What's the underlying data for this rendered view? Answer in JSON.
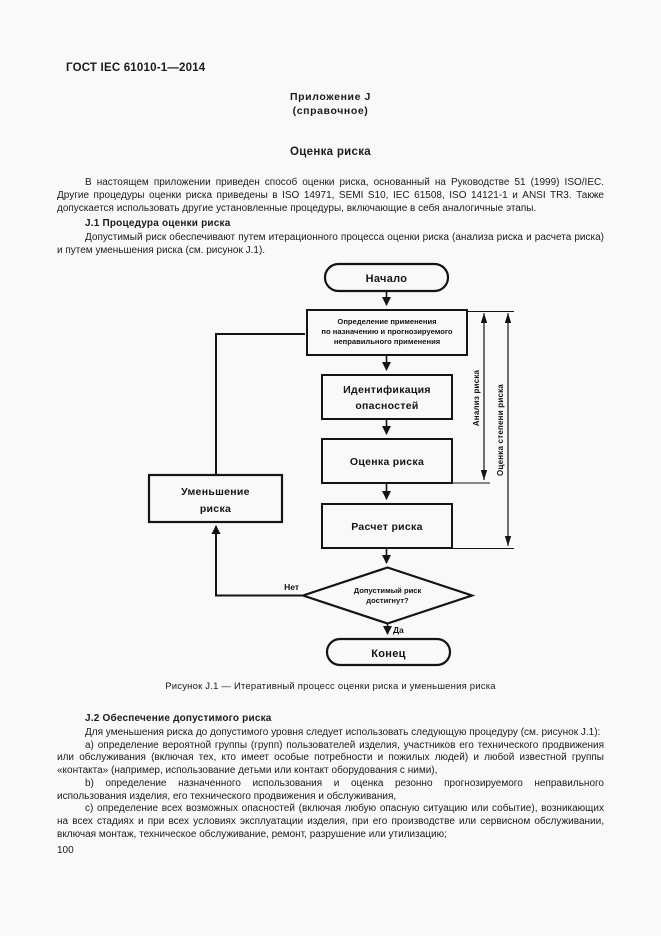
{
  "doc": {
    "header": "ГОСТ IEC 61010-1—2014",
    "appendix_label": "Приложение J",
    "appendix_type": "(справочное)",
    "title": "Оценка риска",
    "intro": "В настоящем приложении приведен способ оценки риска, основанный на Руководстве 51 (1999) ISO/IEC. Другие процедуры оценки риска приведены в ISO 14971, SEMI S10, IEC 61508, ISO 14121-1 и ANSI TR3. Также допускается использовать другие установленные процедуры, включающие в себя аналогичные этапы.",
    "section_j1": {
      "heading": "J.1  Процедура оценки риска",
      "body": "Допустимый риск обеспечивают путем итерационного процесса оценки риска (анализа риска и расчета риска) и путем уменьшения риска (см. рисунок J.1)."
    },
    "figure": {
      "caption": "Рисунок  J.1 — Итеративный процесс оценки риска и уменьшения риска",
      "nodes": {
        "start": "Начало",
        "define_lines": [
          "Определение применения",
          "по назначению и прогнозируемого",
          "неправильного применения"
        ],
        "identify_lines": [
          "Идентификация",
          "опасностей"
        ],
        "evaluate": "Оценка риска",
        "estimate": "Расчет риска",
        "decision_lines": [
          "Допустимый риск",
          "достигнут?"
        ],
        "reduce_lines": [
          "Уменьшение",
          "риска"
        ],
        "end": "Конец"
      },
      "edge_labels": {
        "no": "Нет",
        "yes": "Да"
      },
      "dimension_labels": {
        "inner": "Анализ риска",
        "outer": "Оценка степени риска"
      },
      "colors": {
        "line": "#141414",
        "box_fill": "#f9f9f9"
      }
    },
    "section_j2": {
      "heading": "J.2  Обеспечение допустимого риска",
      "intro": "Для уменьшения риска до допустимого уровня следует использовать следующую процедуру (см. рисунок J.1):",
      "items": [
        "a)  определение вероятной группы (групп) пользователей изделия, участников его технического продвижения или обслуживания (включая тех, кто имеет особые потребности и пожилых людей) и любой известной группы «контакта» (например, использование детьми или контакт оборудования с ними),",
        "b)  определение назначенного использования и оценка резонно прогнозируемого неправильного использования изделия, его технического продвижения и обслуживания,",
        "c)  определение всех возможных опасностей (включая любую опасную ситуацию или событие), возникающих на всех стадиях и при всех условиях эксплуатации изделия, при его производстве или сервисном обслуживании, включая монтаж, техническое обслуживание, ремонт, разрушение или утилизацию;"
      ]
    },
    "page_number": "100"
  }
}
